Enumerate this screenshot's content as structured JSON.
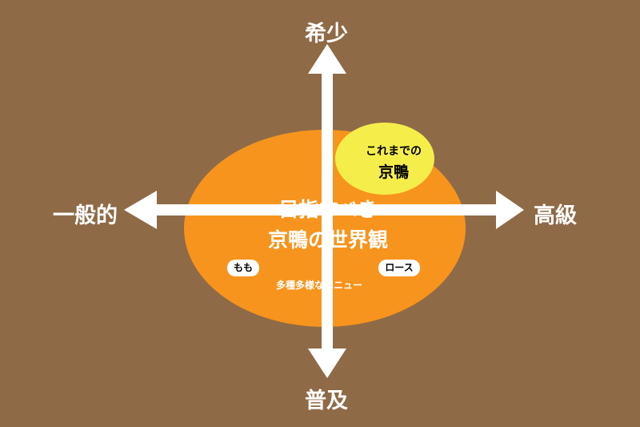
{
  "axes": {
    "top": "希少",
    "bottom": "普及",
    "left": "一般的",
    "right": "高級"
  },
  "center_title": {
    "line1": "目指すべき",
    "line2": "京鴨の世界観"
  },
  "previous": {
    "line1": "これまでの",
    "line2": "京鴨"
  },
  "tags": {
    "momo": "もも",
    "rosu": "ロース"
  },
  "variety": "多種多様なメニュー",
  "colors": {
    "background": "#8f6a47",
    "orange_ellipse": "#f7941d",
    "yellow_ellipse": "#f5ee4a",
    "arrow": "#ffffff"
  }
}
